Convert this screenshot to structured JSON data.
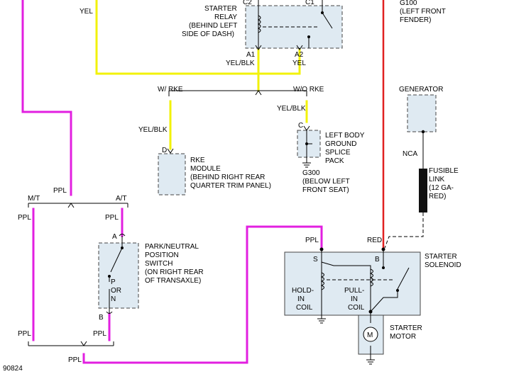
{
  "colors": {
    "yellow": "#f2f20a",
    "purple": "#e21fe0",
    "red": "#e02020",
    "black": "#000000",
    "box_fill": "#dfeaf2"
  },
  "labels": {
    "yel_top": "YEL",
    "starter_relay": [
      "STARTER",
      "RELAY",
      "(BEHIND LEFT",
      "SIDE OF DASH)"
    ],
    "c2": "C2",
    "c1": "C1",
    "a1": "A1",
    "a1_wire": "YEL/BLK",
    "a2": "A2",
    "a2_wire": "YEL",
    "g100": [
      "G100",
      "(LEFT FRONT",
      "FENDER)"
    ],
    "w_rke": "W/ RKE",
    "wo_rke": "W/O RKE",
    "yel_blk_right": "YEL/BLK",
    "yel_blk_left": "YEL/BLK",
    "pin_c": "C",
    "splice_pack": [
      "LEFT BODY",
      "GROUND",
      "SPLICE",
      "PACK"
    ],
    "g300": [
      "G300",
      "(BELOW LEFT",
      "FRONT SEAT)"
    ],
    "pin_d": "D",
    "rke_module": [
      "RKE",
      "MODULE",
      "(BEHIND RIGHT REAR",
      "QUARTER TRIM PANEL)"
    ],
    "generator": "GENERATOR",
    "nca": "NCA",
    "fusible_link": [
      "FUSIBLE",
      "LINK",
      "(12 GA-",
      "RED)"
    ],
    "ppl_upper": "PPL",
    "mt": "M/T",
    "at": "A/T",
    "ppl_left": "PPL",
    "ppl_at": "PPL",
    "pin_a": "A",
    "pnp_switch": [
      "PARK/NEUTRAL",
      "POSITION",
      "SWITCH",
      "(ON RIGHT REAR",
      "OF TRANSAXLE)"
    ],
    "p_or_n": [
      "P",
      "OR",
      "N"
    ],
    "pin_b_switch": "B",
    "ppl_bottom_left": "PPL",
    "ppl_bottom_mid": "PPL",
    "ppl_bottom": "PPL",
    "ppl_solenoid": "PPL",
    "red_solenoid": "RED",
    "pin_s": "S",
    "pin_b_solenoid": "B",
    "starter_solenoid": [
      "STARTER",
      "SOLENOID"
    ],
    "hold_in_coil": [
      "HOLD-",
      "IN",
      "COIL"
    ],
    "pull_in_coil": [
      "PULL-",
      "IN",
      "COIL"
    ],
    "motor_symbol": "M",
    "starter_motor": [
      "STARTER",
      "MOTOR"
    ],
    "figure_number": "90824"
  }
}
